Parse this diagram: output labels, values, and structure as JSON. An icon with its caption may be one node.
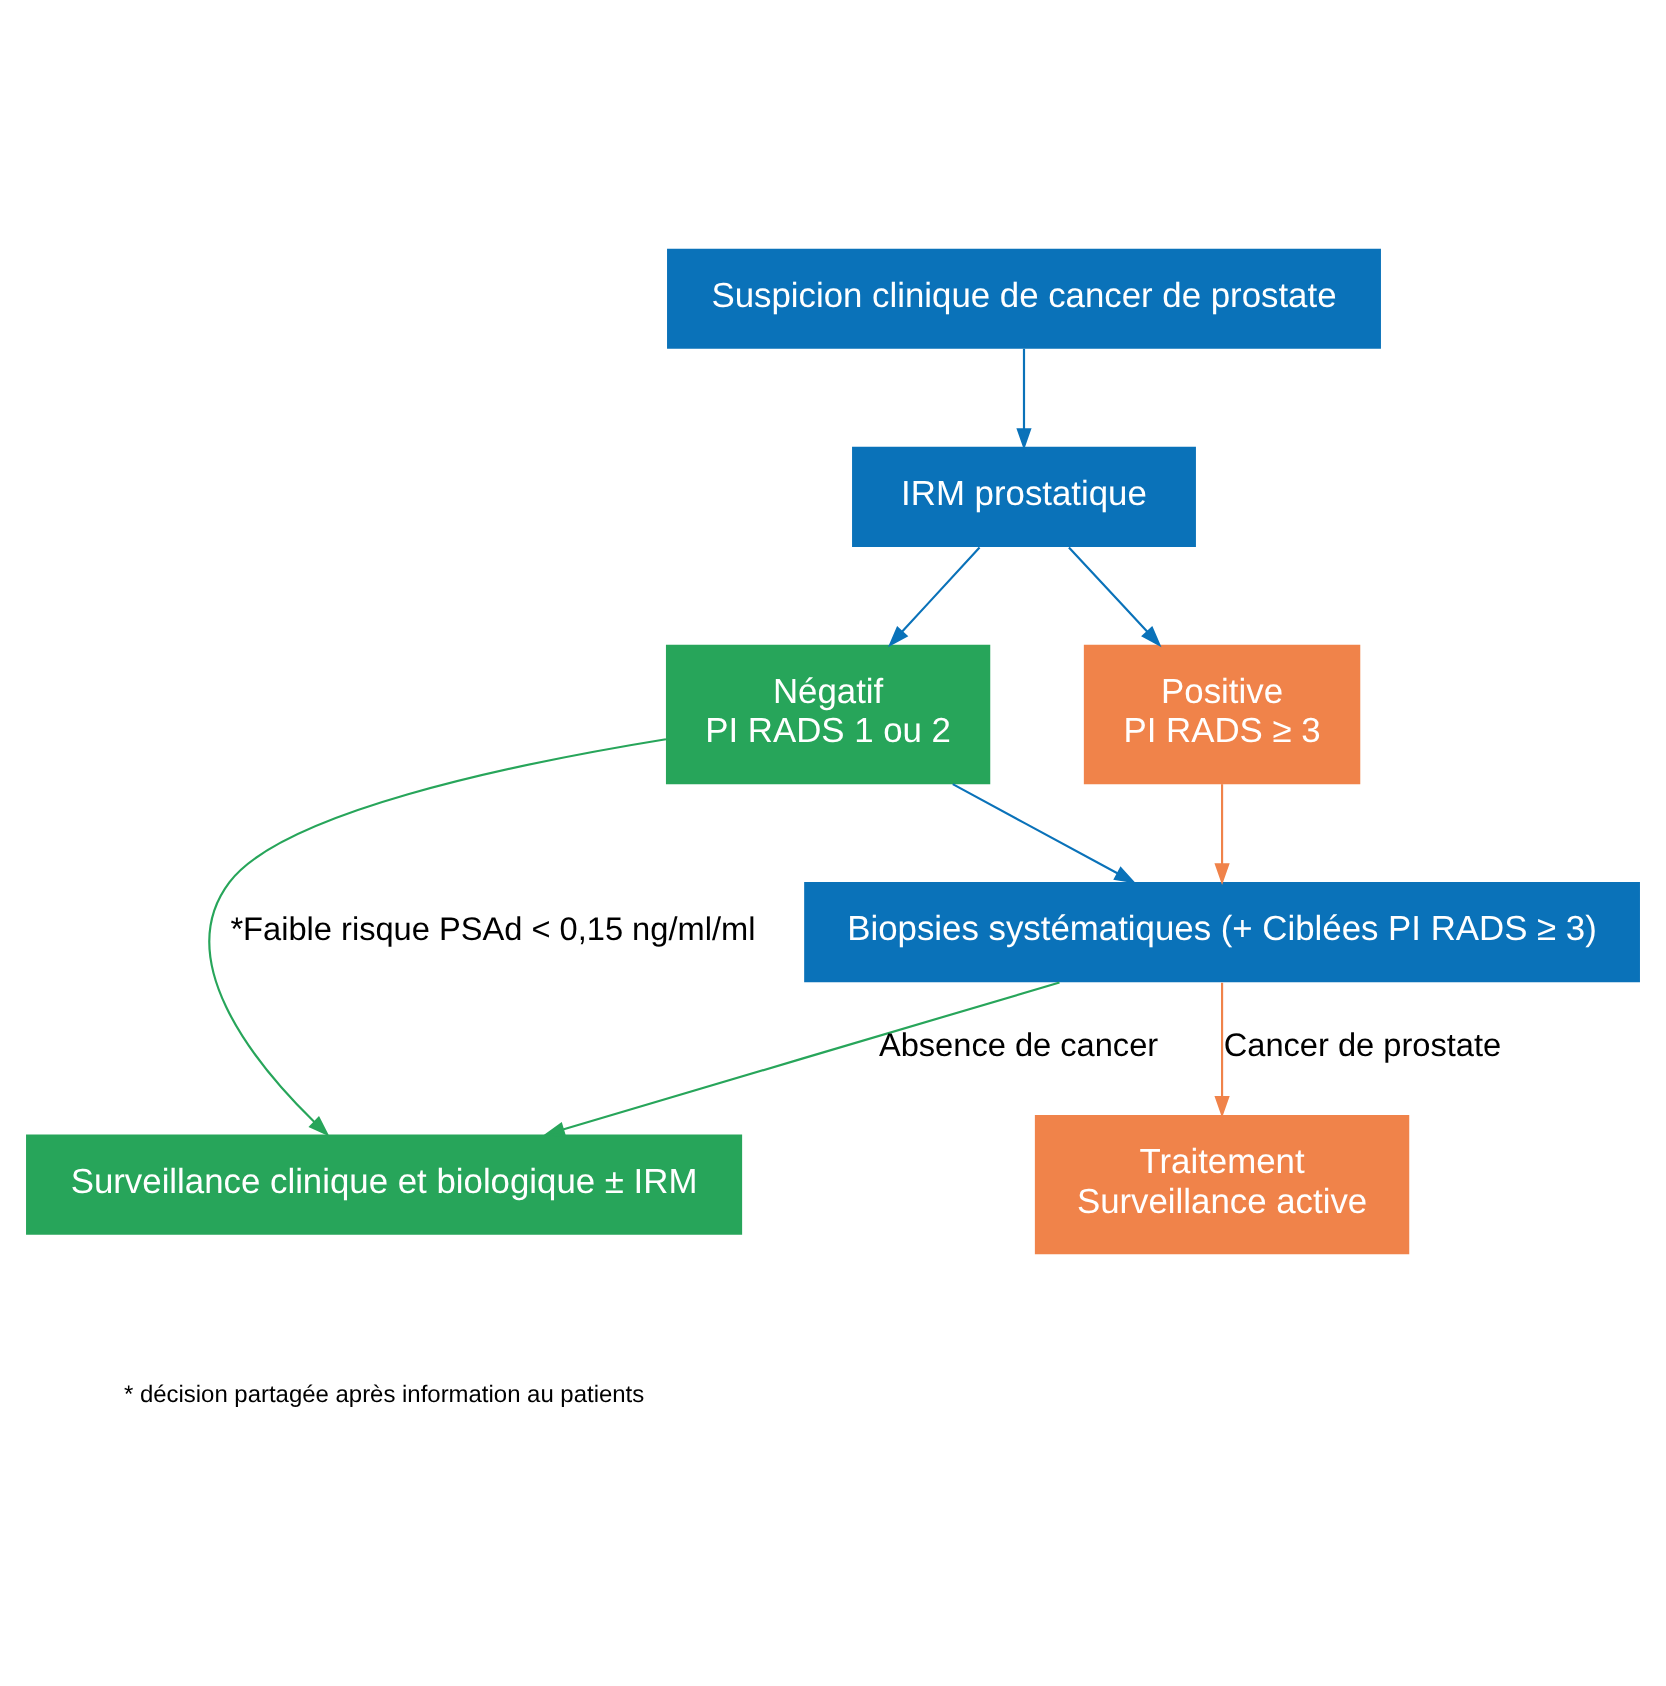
{
  "diagram": {
    "nodes": [
      {
        "text": [
          "Suspicion clinique de cancer de prostate"
        ]
      },
      {
        "text": [
          "IRM prostatique"
        ]
      },
      {
        "text": [
          "Négatif",
          "PI RADS 1 ou 2"
        ]
      },
      {
        "text": [
          "Positive",
          "PI RADS ≥ 3"
        ]
      },
      {
        "text": [
          "Biopsies systématiques (+ Ciblées PI RADS ≥ 3)"
        ]
      },
      {
        "text": [
          "Surveillance clinique et biologique ± IRM"
        ]
      },
      {
        "text": [
          "Traitement",
          "Surveillance active"
        ]
      }
    ],
    "edges": [
      {
        "from": 0,
        "to": 1,
        "arrow": "to"
      },
      {
        "from": 1,
        "to": 2,
        "arrow": "to"
      },
      {
        "from": 1,
        "to": 3,
        "arrow": "to"
      },
      {
        "from": 2,
        "to": 4,
        "arrow": "to"
      },
      {
        "from": 3,
        "to": 4,
        "arrow": "to",
        "color": "#f0834a"
      },
      {
        "from": 2,
        "to": 5,
        "arrow": "to",
        "color": "#27a55a",
        "label": "*Faible risque PSAd < 0,15 ng/ml/ml"
      },
      {
        "from": 4,
        "to": 5,
        "arrow": "to",
        "color": "#27a55a",
        "label": "Absence de cancer"
      },
      {
        "from": 4,
        "to": 6,
        "arrow": "to",
        "color": "#f0834a",
        "label": "Cancer de prostate"
      }
    ],
    "labels": [
      "* décision partagée après information au patients"
    ]
  }
}
